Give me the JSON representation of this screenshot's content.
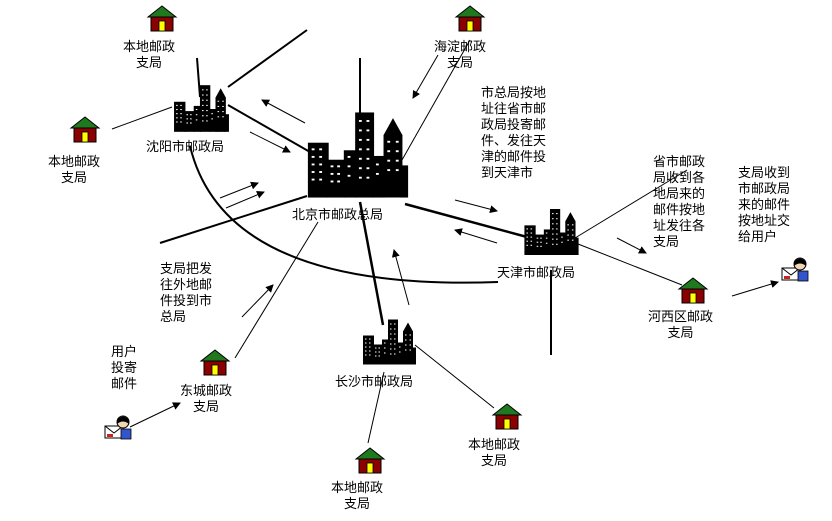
{
  "nodes": {
    "beijing": "北京市邮政总局",
    "shenyang": "沈阳市邮政局",
    "tianjin": "天津市邮政局",
    "changsha": "长沙市邮政局",
    "local_branch_top": "本地邮政\n支局",
    "haidian": "海淀邮政\n支局",
    "local_branch_left": "本地邮政\n支局",
    "hexi": "河西区邮政\n支局",
    "dongcheng": "东城邮政\n支局",
    "local_branch_bottom_right": "本地邮政\n支局",
    "local_branch_bottom": "本地邮政\n支局"
  },
  "notes": {
    "city_bureau": "市总局按地\n址往省市邮\n政局投寄邮\n件、发往天\n津的邮件投\n到天津市",
    "provincial_bureau": "省市邮政\n局收到各\n地局来的\n邮件按地\n址发往各\n支局",
    "branch_receive": "支局收到\n市邮政局\n来的邮件\n按地址交\n给用户",
    "branch_send": "支局把发\n往外地邮\n件投到市\n总局",
    "user_post": "用户\n投寄\n邮件"
  },
  "colors": {
    "roof": "#1f7a1f",
    "house": "#8b0000",
    "door": "#ffff00",
    "building": "#000000"
  },
  "icons": {
    "house": "post-office-house-icon",
    "city": "city-building-icon",
    "user": "user-mail-icon"
  }
}
